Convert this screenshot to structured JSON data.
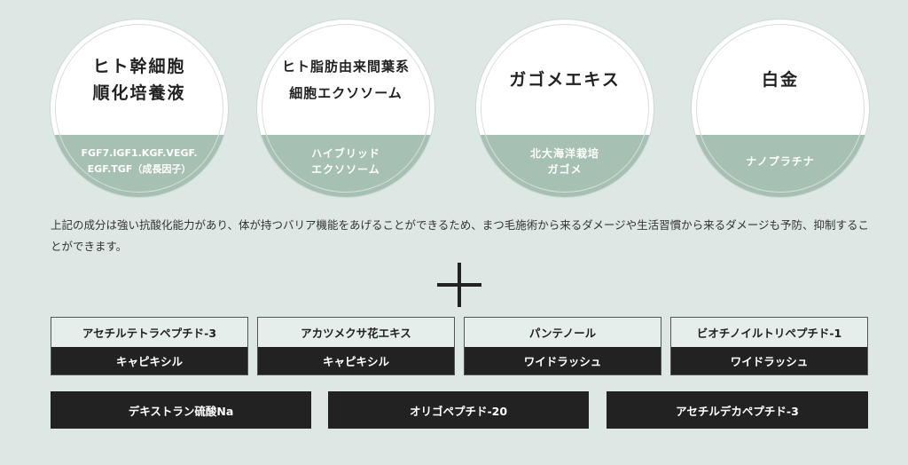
{
  "ingredients": [
    {
      "title_lines": [
        "ヒト幹細胞",
        "順化培養液"
      ],
      "sub_lines": [
        "FGF7.IGF1.KGF.VEGF.",
        "EGF.TGF（成長因子）"
      ]
    },
    {
      "title_lines": [
        "ヒト脂肪由来間葉系",
        "細胞エクソソーム"
      ],
      "sub_lines": [
        "ハイブリッド",
        "エクソソーム"
      ]
    },
    {
      "title_lines": [
        "ガゴメエキス"
      ],
      "sub_lines": [
        "北大海洋栽培",
        "ガゴメ"
      ]
    },
    {
      "title_lines": [
        "白金"
      ],
      "sub_lines": [
        "ナノプラチナ"
      ]
    }
  ],
  "description": "上記の成分は強い抗酸化能力があり、体が持つバリア機能をあげることができるため、まつ毛施術から来るダメージや生活習慣から来るダメージも予防、抑制することができます。",
  "additional": [
    {
      "name": "アセチルテトラペプチド-3",
      "label": "キャピキシル"
    },
    {
      "name": "アカツメクサ花エキス",
      "label": "キャピキシル"
    },
    {
      "name": "パンテノール",
      "label": "ワイドラッシュ"
    },
    {
      "name": "ビオチノイルトリペプチド-1",
      "label": "ワイドラッシュ"
    }
  ],
  "others": [
    "デキストラン硫酸Na",
    "オリゴペプチド-20",
    "アセチルデカペプチド-3"
  ]
}
